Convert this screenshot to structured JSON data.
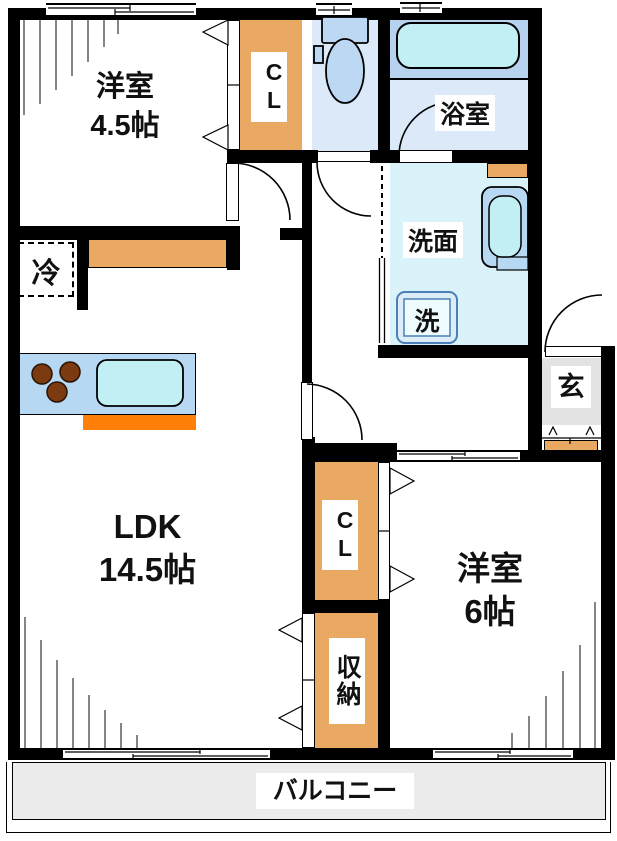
{
  "floor_plan": {
    "rooms": {
      "bedroom1": {
        "name": "洋室",
        "size": "4.5帖"
      },
      "ldk": {
        "name": "LDK",
        "size": "14.5帖"
      },
      "bedroom2": {
        "name": "洋室",
        "size": "6帖"
      },
      "bath": {
        "name": "浴室"
      },
      "washroom": {
        "name": "洗面"
      },
      "entrance": {
        "name": "玄"
      },
      "balcony": {
        "name": "バルコニー"
      }
    },
    "storage": {
      "closet_upper": {
        "name": "CL"
      },
      "closet_lower": {
        "name": "CL"
      },
      "oshiire": {
        "name": "収納"
      }
    },
    "appliances": {
      "washer": {
        "name": "洗"
      },
      "fridge": {
        "name": "冷"
      }
    },
    "colors": {
      "wall": "#000000",
      "closet_tan": "#e9a963",
      "accent_orange": "#ff8008",
      "water_floor": "#dbe9f8",
      "fixture_blue": "#b7d8f2",
      "basin_cyan": "#c2eff3",
      "washroom_floor": "#daf3fb",
      "tub_band": "#b7d2ee",
      "entrance_gray": "#e3e3e3",
      "balcony_gray": "#ececec",
      "burner_brown": "#7b3a10"
    }
  }
}
